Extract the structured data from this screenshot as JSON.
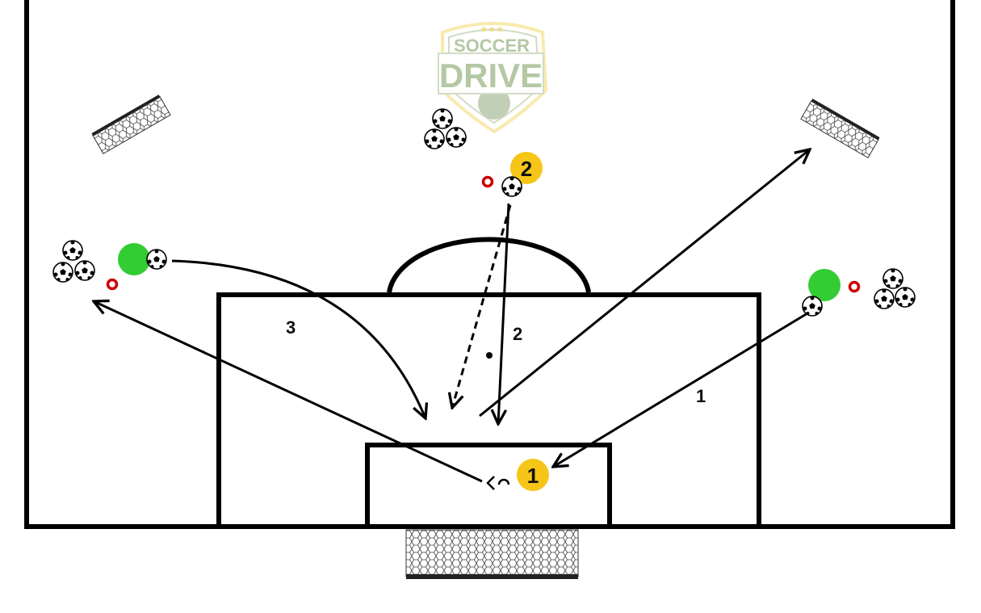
{
  "logo": {
    "line1": "SOCCER",
    "line2": "DRIVE"
  },
  "players": [
    {
      "id": "player-2",
      "label": "2",
      "color": "#f5c518"
    },
    {
      "id": "player-1",
      "label": "1",
      "color": "#f5c518"
    }
  ],
  "servers_color": "#33cc33",
  "cone_color": "#cc0000",
  "path_labels": {
    "one": "1",
    "two": "2",
    "three": "3"
  }
}
